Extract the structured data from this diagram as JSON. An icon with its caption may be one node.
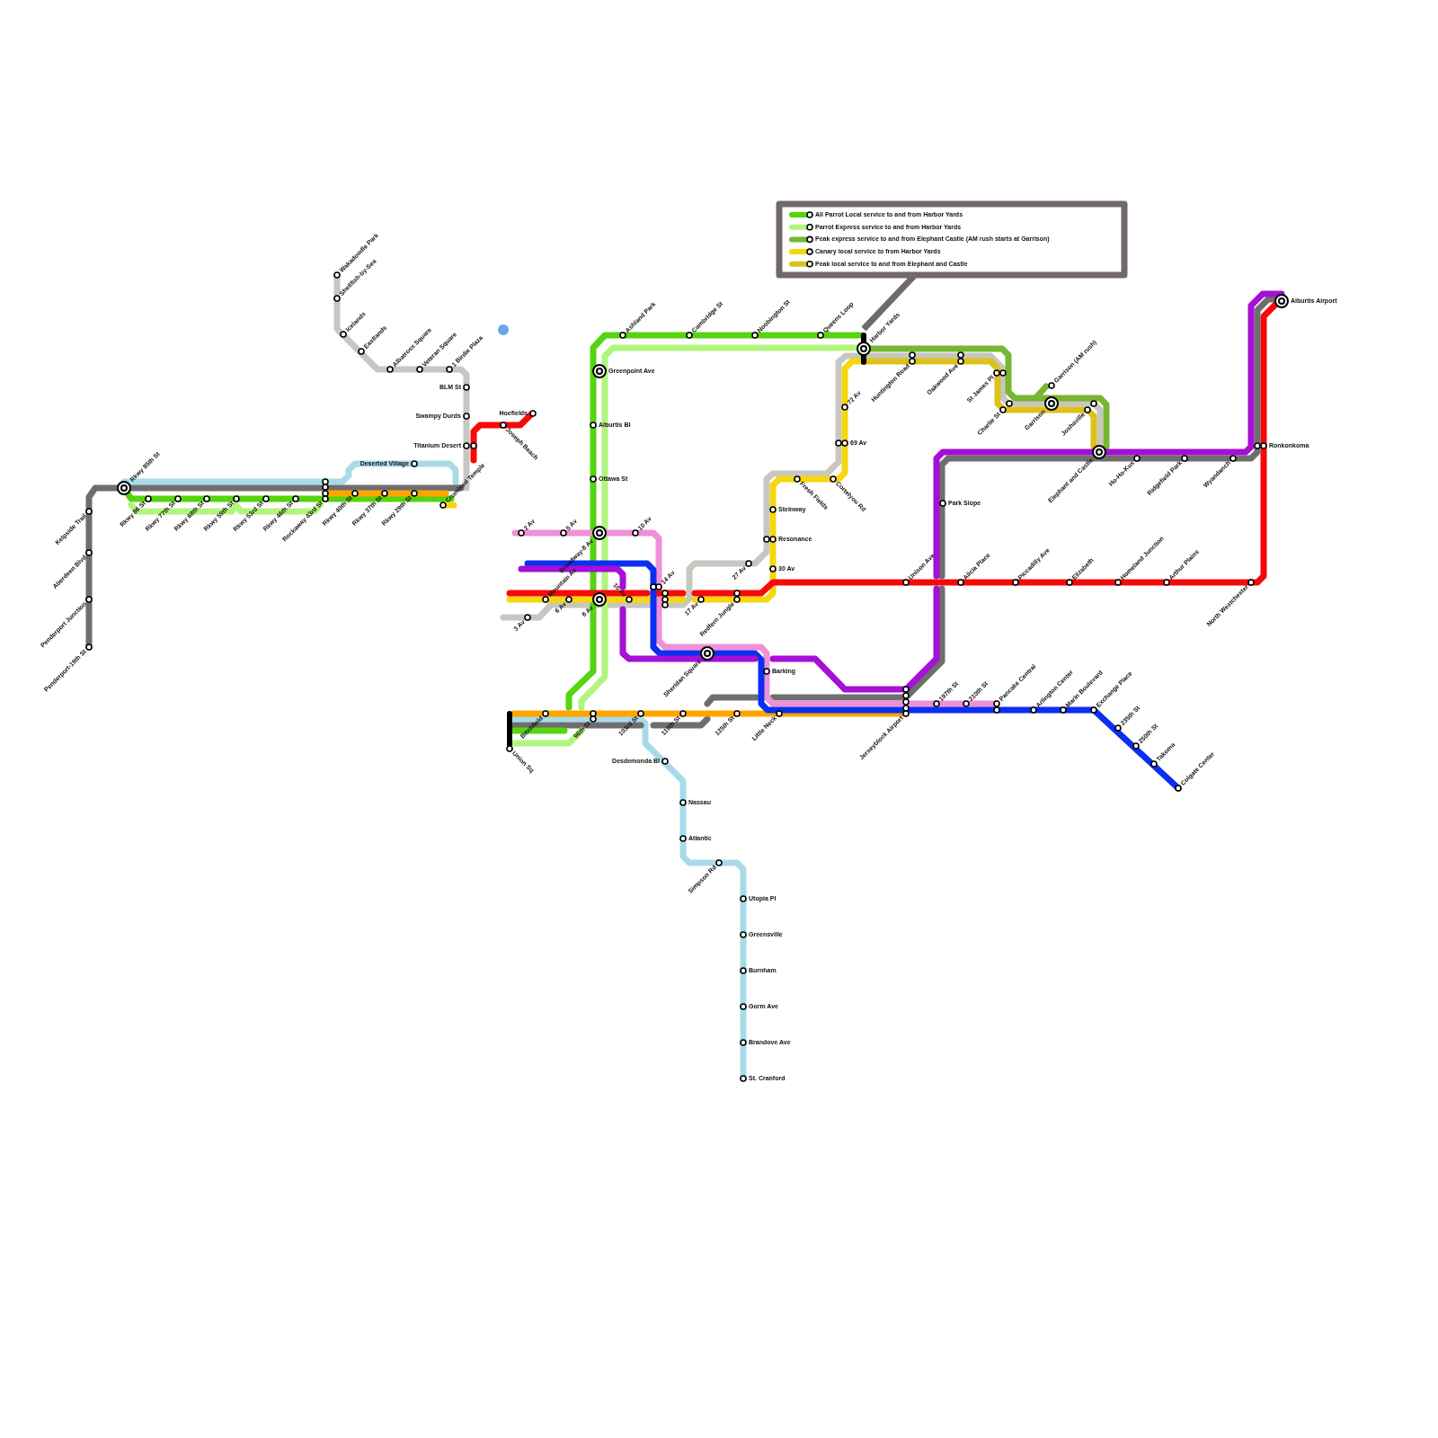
{
  "diagram": {
    "labels": [
      "Wakadoodle Park",
      "Shellfish-by-Sea",
      "Ashland Park",
      "Cambridge St",
      "Noobington St",
      "Queens Loop",
      "Alburtis Airport",
      "Icelands",
      "Eastlands",
      "Harbor Yards",
      "Huntington Road",
      "Oakwood Ave",
      "Albatross Square",
      "Veteran Square",
      "1 Birdie Plaza",
      "Greenpoint Ave",
      "St James Pl",
      "Garrison (AM rush)",
      "BLM St",
      "Charlie St",
      "Garrison",
      "Joshaville",
      "72 Av",
      "Hoefields",
      "Swampy Durds",
      "Joseph Beach",
      "Alburtis Bl",
      "Titanium Desert",
      "69 Av",
      "Ronkonkoma",
      "Elephant and Castle",
      "Ho-Ho-Kus",
      "Ridgefield Park",
      "Wyandanch",
      "Deserted Village",
      "Rkwy 85th St",
      "Fresh Fields",
      "Cortelyou Rd",
      "Ottawa St",
      "Crumbled Temple",
      "Rockaway 43rd St",
      "Rkwy 86 St",
      "Rkwy 77th St",
      "Rkwy 68th St",
      "Rkwy 59th St",
      "Rkwy 53rd St",
      "Rkwy 46th St",
      "Rkwy 40th St",
      "Rkwy 37th St",
      "Rkwy 29th St",
      "Park Slope",
      "Steinway",
      "Kelpside Trail",
      "2 Av",
      "5 Av",
      "Broadway-8 Av",
      "10 Av",
      "Resonance",
      "Aberdeen Blvd",
      "27 Av",
      "30 Av",
      "Unison Ave",
      "Alicia Place",
      "Piccadilly Ave",
      "Elizabeth",
      "Homeland Junction",
      "Arthur Plains",
      "North Westchester",
      "14 Av",
      "Mountain Av",
      "6 Av",
      "8 Av",
      "10 Av",
      "17 Av",
      "Redfern Jungle",
      "Penderport Junction",
      "3 Av",
      "Penderport-19th St",
      "Sheridan Square",
      "Barking",
      "197th St",
      "210th St",
      "Pancake Central",
      "Arlington Center",
      "Marin Boulevard",
      "Exchange Place",
      "Bitchfield",
      "96th St",
      "103rd St",
      "110th St",
      "125th St",
      "Little Neck",
      "Jerseyblock Airport",
      "235th St",
      "250th St",
      "Union Sq",
      "Desdemonda Bl",
      "Takoma",
      "Colgate Center",
      "Nassau",
      "Atlantic",
      "Simpson Rd",
      "Utopia Pl",
      "Greensville",
      "Burnham",
      "Gorm Ave",
      "Brandove Ave",
      "St. Cranford"
    ],
    "legend": [
      {
        "text": "All Parrot Local service to and from Harbor Yards",
        "color": "#55d40f"
      },
      {
        "text": "Parrot Express service to and from Harbor Yards",
        "color": "#b2f57d"
      },
      {
        "text": "Peak express service to and from Elephant Castle (AM rush starts at Garrison)",
        "color": "#78b530"
      },
      {
        "text": "Canary local service to from Harbor Yards",
        "color": "#f5d60f"
      },
      {
        "text": "Peak local service to and from Elephant and Castle",
        "color": "#dcc11c"
      }
    ]
  }
}
